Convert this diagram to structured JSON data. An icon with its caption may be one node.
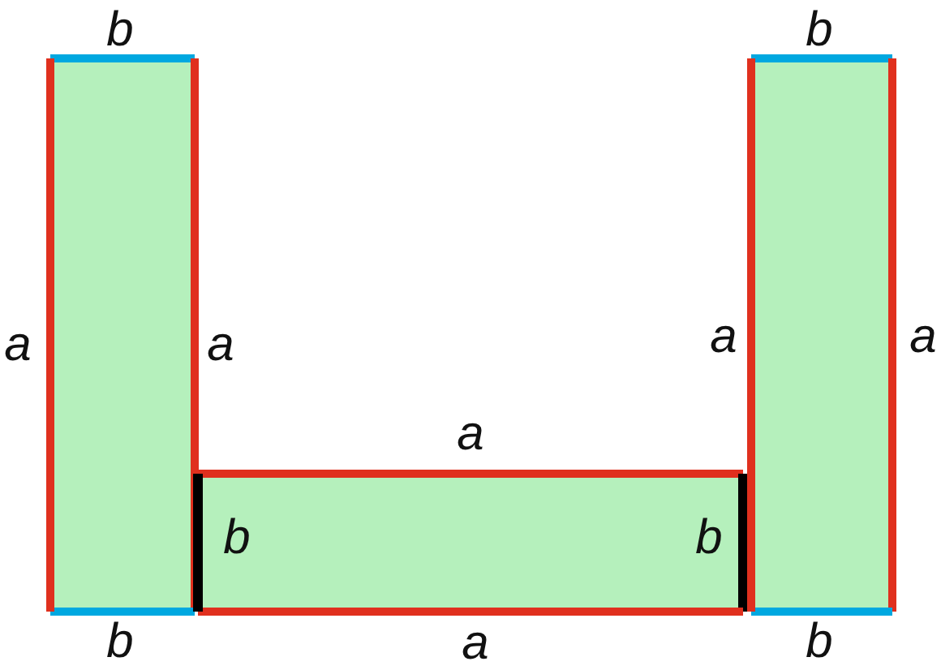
{
  "diagram": {
    "nodes": [
      {
        "text": [],
        "shape": "box"
      },
      {
        "text": [],
        "shape": "box"
      },
      {
        "text": [],
        "shape": "box"
      }
    ],
    "labels": [
      "b",
      "b",
      "a",
      "a",
      "a",
      "a",
      "a",
      "b",
      "b",
      "b",
      "a",
      "b"
    ]
  }
}
